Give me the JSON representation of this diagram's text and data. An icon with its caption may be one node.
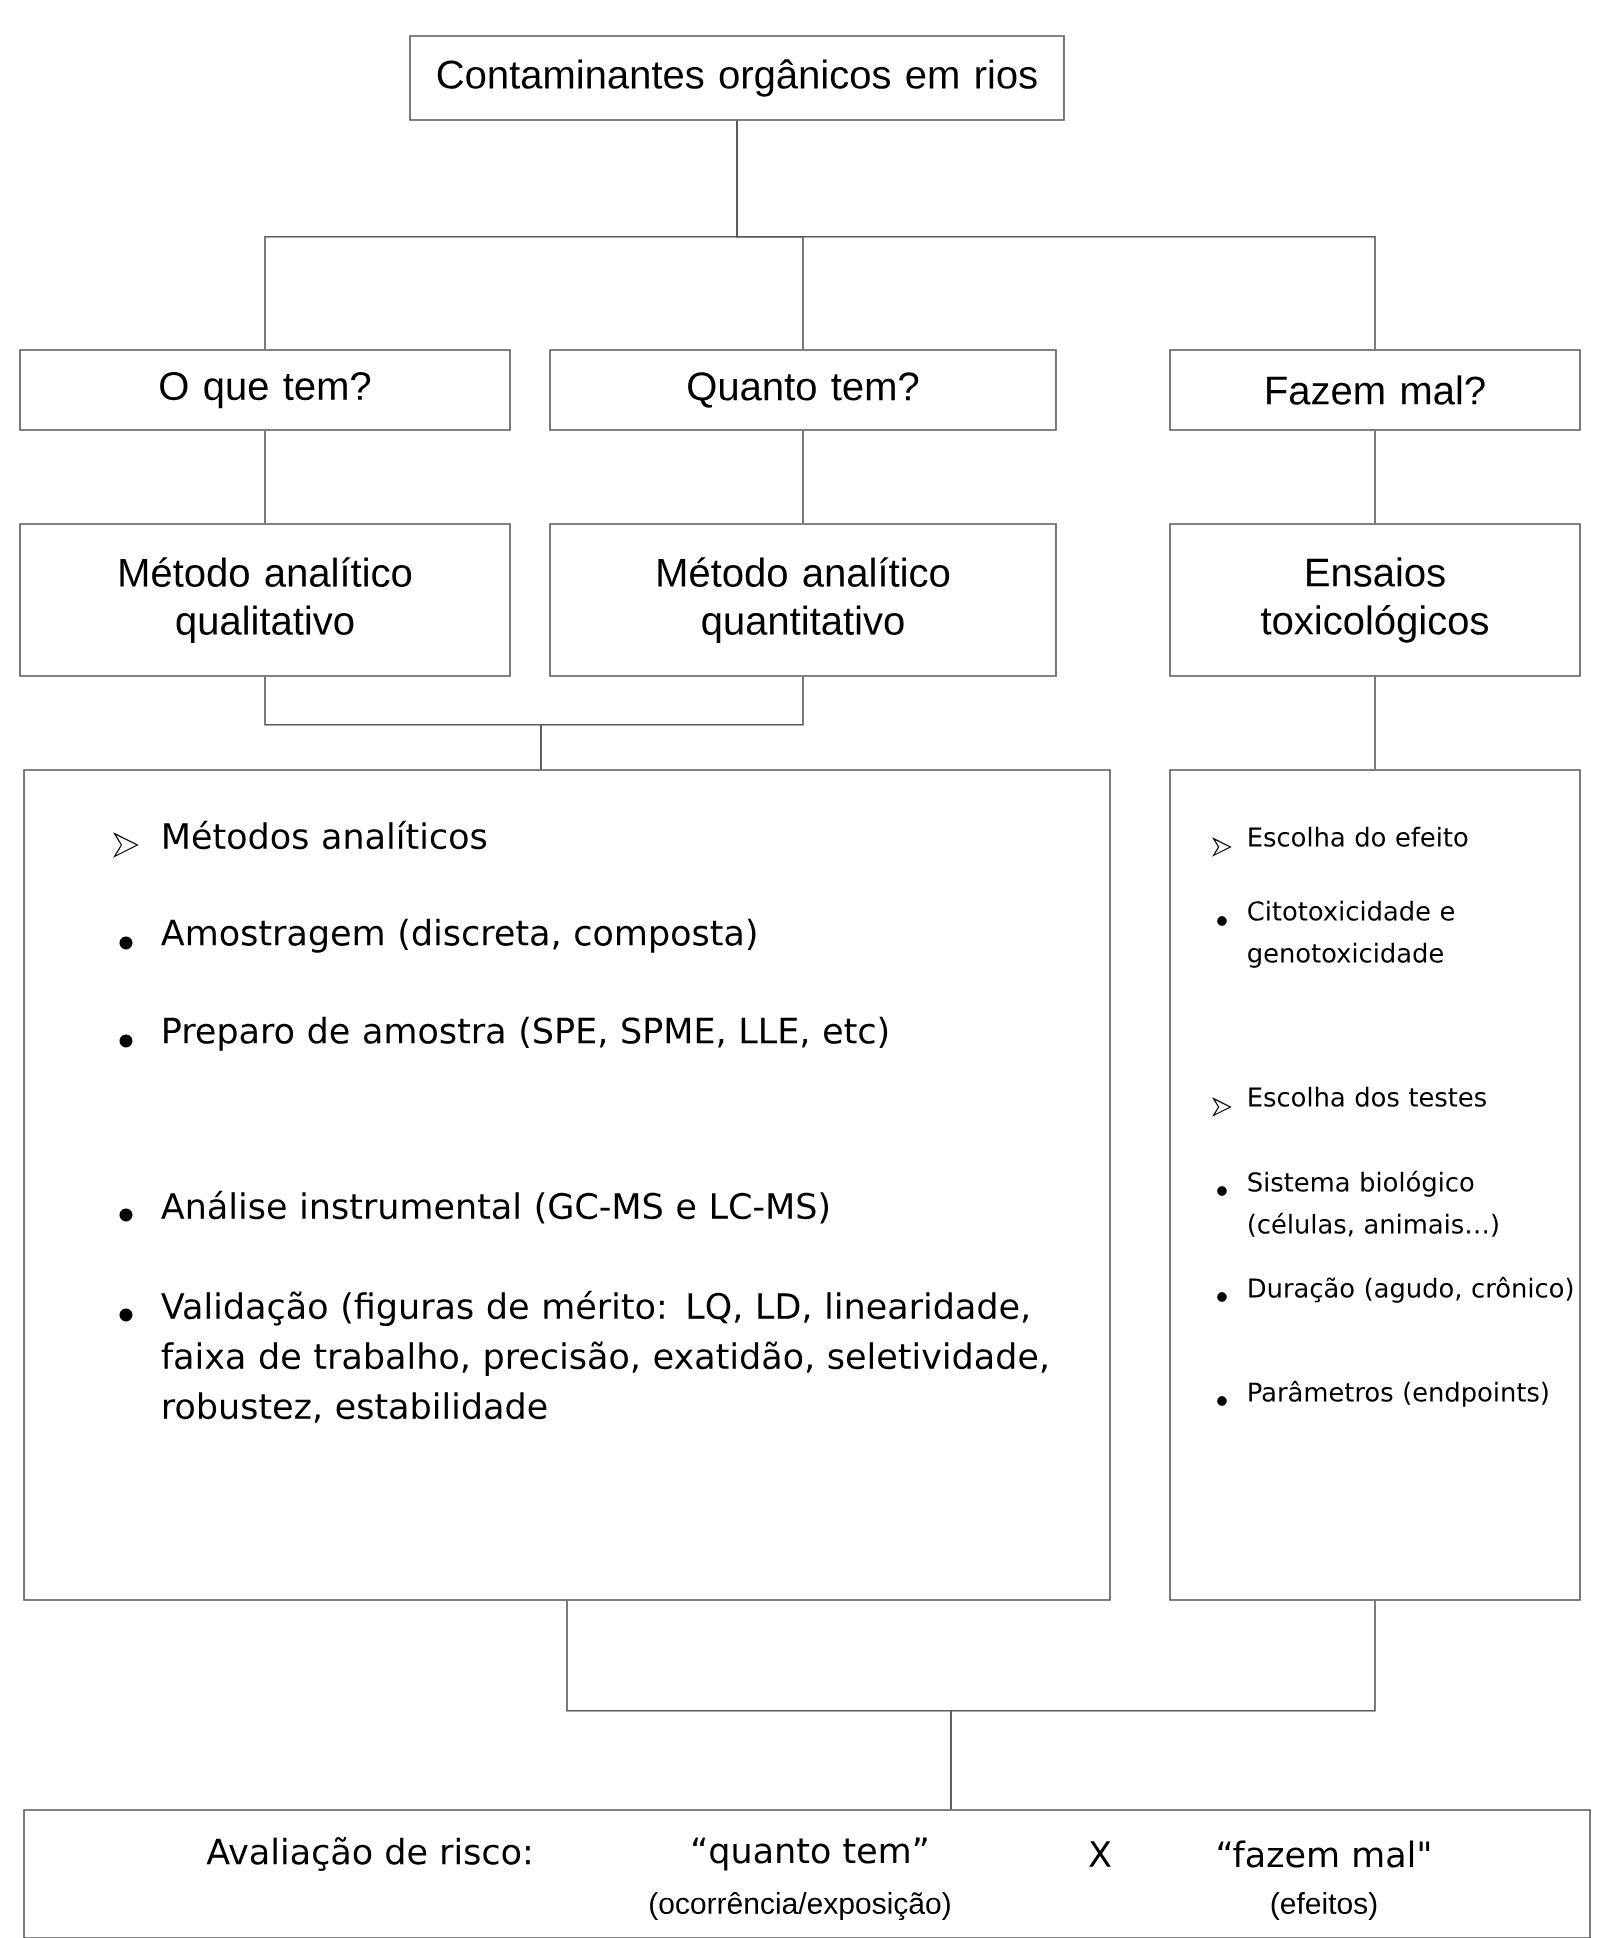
{
  "diagram": {
    "nodes": [
      {
        "text": [
          "Contaminantes orgânicos em rios"
        ]
      },
      {
        "text": [
          "O que tem?"
        ]
      },
      {
        "text": [
          "Quanto tem?"
        ]
      },
      {
        "text": [
          "Fazem mal?"
        ]
      },
      {
        "text": [
          "Método analítico qualitativo"
        ]
      },
      {
        "text": [
          "Método analítico quantitativo"
        ]
      },
      {
        "text": [
          "Ensaios toxicológicos"
        ]
      },
      {
        "text": [
          "Métodos analíticos",
          "Amostragem (discreta, composta)",
          "Preparo de amostra (SPE, SPME, LLE, etc)",
          "Análise instrumental (GC-MS e LC-MS)",
          "Validação (figuras de mérito: LQ, LD, linearidade, faixa de trabalho, precisão, exatidão, seletividade, robustez, estabilidade"
        ]
      },
      {
        "text": [
          "Escolha do efeito",
          "Citotoxicidade e genotoxicidade",
          "Escolha dos testes",
          "Sistema biológico (células, animais…)",
          "Duração (agudo, crônico)",
          "Parâmetros (endpoints)"
        ]
      },
      {
        "text": [
          "Avaliação de risco:",
          "“quanto tem”",
          "(ocorrência/exposição)",
          "X",
          "“fazem mal\"",
          "(efeitos)"
        ]
      }
    ],
    "edges": [
      {
        "from": 0,
        "to": 1,
        "arrow": "none"
      },
      {
        "from": 0,
        "to": 2,
        "arrow": "none"
      },
      {
        "from": 0,
        "to": 3,
        "arrow": "none"
      },
      {
        "from": 1,
        "to": 4,
        "arrow": "none"
      },
      {
        "from": 2,
        "to": 5,
        "arrow": "none"
      },
      {
        "from": 3,
        "to": 6,
        "arrow": "none"
      },
      {
        "from": 4,
        "to": 7,
        "arrow": "none"
      },
      {
        "from": 5,
        "to": 7,
        "arrow": "none"
      },
      {
        "from": 6,
        "to": 8,
        "arrow": "none"
      },
      {
        "from": 7,
        "to": 9,
        "arrow": "none"
      },
      {
        "from": 8,
        "to": 9,
        "arrow": "none"
      }
    ]
  }
}
